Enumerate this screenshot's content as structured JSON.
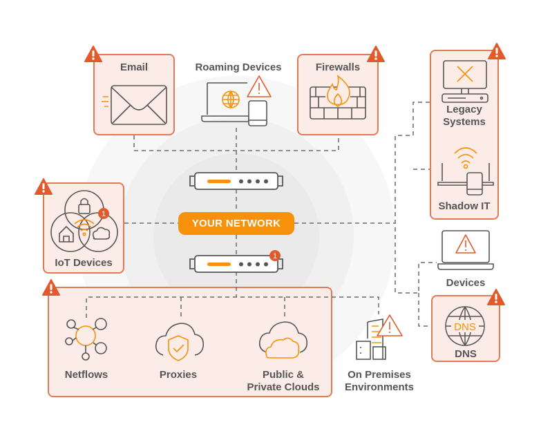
{
  "colors": {
    "accent": "#f7900a",
    "alert": "#e05a2b",
    "card_fill": "#fbece8",
    "card_border": "#e07a55",
    "icon_stroke": "#4a4a4a"
  },
  "center": {
    "label": "YOUR NETWORK"
  },
  "nodes": {
    "email": {
      "label": "Email",
      "alert": true
    },
    "roaming": {
      "label": "Roaming Devices",
      "alert": true
    },
    "firewalls": {
      "label": "Firewalls",
      "alert": true
    },
    "legacy": {
      "label": "Legacy\nSystems",
      "alert": true
    },
    "shadow": {
      "label": "Shadow IT",
      "alert": true
    },
    "iot": {
      "label": "IoT Devices",
      "alert": true,
      "badge": "1"
    },
    "devices": {
      "label": "Devices",
      "alert": true
    },
    "dns": {
      "label": "DNS",
      "icon_text": "DNS",
      "alert": true
    },
    "netflows": {
      "label": "Netflows"
    },
    "proxies": {
      "label": "Proxies"
    },
    "clouds": {
      "label": "Public &\nPrivate Clouds"
    },
    "onprem": {
      "label": "On Premises\nEnvironments",
      "alert": true
    }
  },
  "routers": [
    {
      "badge": ""
    },
    {
      "badge": "1"
    }
  ]
}
